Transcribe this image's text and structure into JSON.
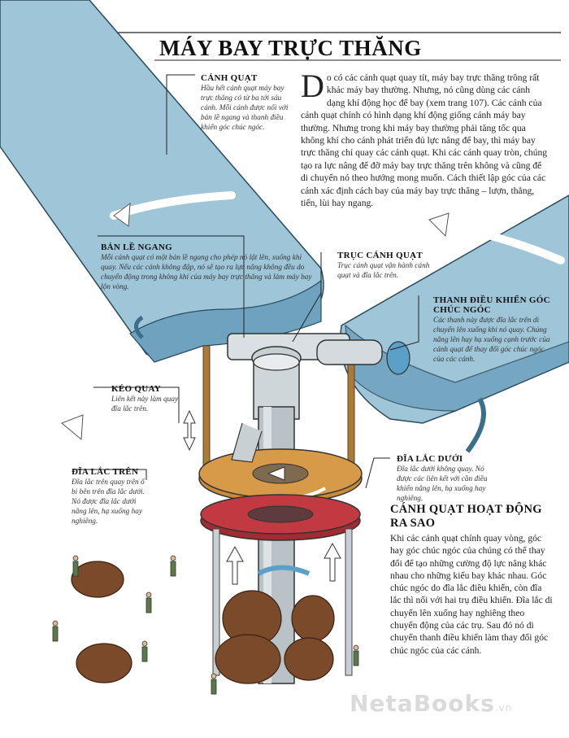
{
  "title": "MÁY BAY TRỰC THĂNG",
  "intro": {
    "dropcap": "D",
    "text": "o có các cánh quạt quay tít, máy bay trực thăng trông rất khác máy bay thường. Nhưng, nó cũng dùng các cánh dạng khí động học để bay (xem trang 107). Các cánh của cánh quạt chính có hình dạng khí động giống cánh máy bay thường. Nhưng trong khi máy bay thường phải tăng tốc qua không khí cho cánh phát triển đủ lực nâng để bay, thì máy bay trực thăng chỉ quay các cánh quạt. Khi các cánh quay tròn, chúng tạo ra lực nâng để đỡ máy bay trực thăng trên không và cũng để di chuyển nó theo hướng mong muốn. Cách thiết lập góc của các cánh xác định cách bay của máy bay trực thăng – lượn, thẳng, tiến, lùi hay ngang."
  },
  "labels": {
    "canh_quat": {
      "title": "CÁNH QUẠT",
      "body": "Hầu hết cánh quạt máy bay trực thăng có từ ba tới sáu cánh. Mỗi cánh được nối với bản lề ngang và thanh điều khiển góc chúc ngóc."
    },
    "ban_le_ngang": {
      "title": "BẢN LỀ NGANG",
      "body": "Mỗi cánh quạt có một bản lề ngang cho phép nó lật lên, xuống khi quay. Nếu các cánh không đập, nó sẽ tạo ra lực nâng không đều do chuyển động trong không khí của máy bay trực thăng và làm máy bay lộn vòng."
    },
    "truc_canh_quat": {
      "title": "TRỤC CÁNH QUẠT",
      "body": "Trục cánh quạt vận hành cánh quạt và đĩa lắc trên."
    },
    "thanh_dieu_khien": {
      "title": "THANH ĐIỀU KHIỂN GÓC CHÚC NGÓC",
      "body": "Các thanh này được đĩa lắc trên di chuyển lên xuống khi nó quay. Chúng nâng lên hay hạ xuống cạnh trước của cánh quạt để thay đổi góc chúc ngóc của các cánh."
    },
    "keo_quay": {
      "title": "KÉO QUAY",
      "body": "Liên kết này làm quay đĩa lắc trên."
    },
    "dia_lac_tren": {
      "title": "ĐĨA LẮC TRÊN",
      "body": "Đĩa lắc trên quay trên ổ bi bên trên đĩa lắc dưới. Nó được đĩa lắc dưới nâng lên, hạ xuống hay nghiêng."
    },
    "dia_lac_duoi": {
      "title": "ĐĨA LẮC DƯỚI",
      "body": "Đĩa lắc dưới không quay. Nó được các liên kết với cần điều khiển nâng lên, hạ xuống hay nghiêng."
    }
  },
  "how": {
    "title": "CÁNH QUẠT HOẠT ĐỘNG RA SAO",
    "text": "Khi các cánh quạt chính quay vòng, góc hay góc chúc ngóc của chúng có thể thay đổi để tạo những cường độ lực nâng khác nhau cho những kiểu bay khác nhau. Góc chúc ngóc do đĩa lắc điều khiển, còn đĩa lắc thì nối với hai trụ điều khiển. Đĩa lắc di chuyển lên xuống hay nghiêng theo chuyển động của các trụ. Sau đó nó di chuyển thanh điều khiển làm thay đổi góc chúc ngóc của các cánh."
  },
  "watermark": {
    "brand": "NetaBooks",
    "suffix": ".vn"
  },
  "colors": {
    "blade": "#9ec5d8",
    "blade_dark": "#5f93b0",
    "swash_upper": "#c98a3c",
    "swash_lower": "#b8333a",
    "shaft": "#b9c2c6",
    "mammoth": "#7a4a2a"
  }
}
